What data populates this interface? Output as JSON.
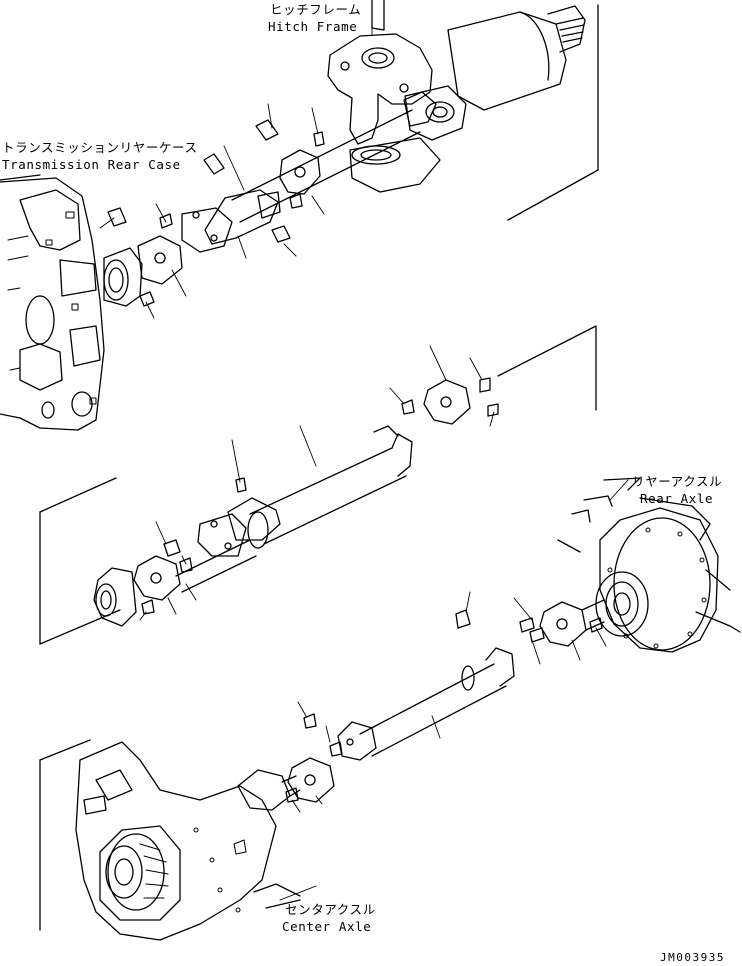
{
  "labels": {
    "hitch_frame_jp": "ヒッチフレーム",
    "hitch_frame_en": "Hitch Frame",
    "trans_rear_case_jp": "トランスミッションリヤーケース",
    "trans_rear_case_en": "Transmission Rear Case",
    "rear_axle_jp": "リヤーアクスル",
    "rear_axle_en": "Rear Axle",
    "center_axle_jp": "センタアクスル",
    "center_axle_en": "Center Axle"
  },
  "drawing_code": "JM003935",
  "colors": {
    "line": "#000000",
    "background": "#ffffff"
  }
}
